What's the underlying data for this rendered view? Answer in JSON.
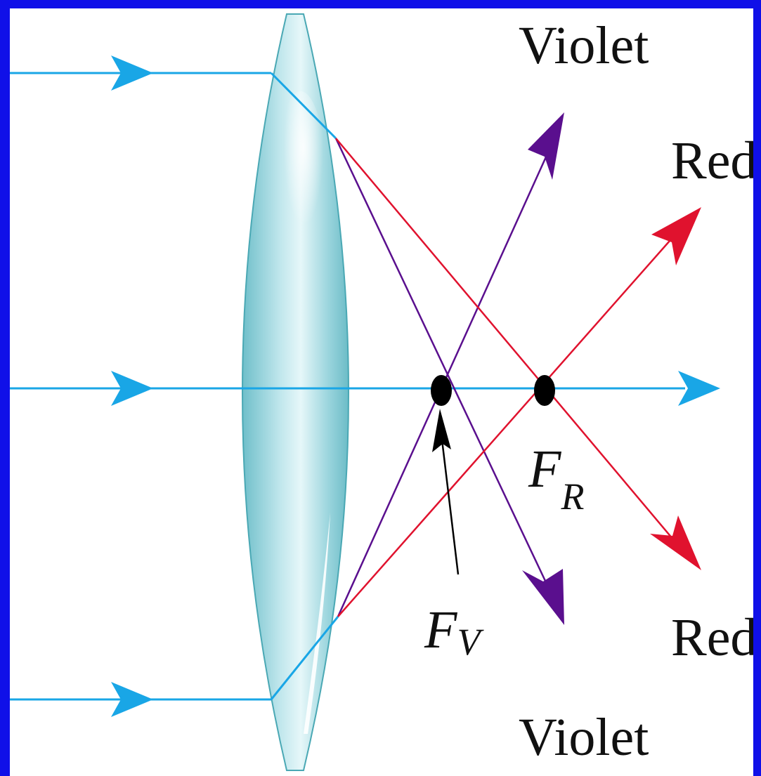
{
  "labels": {
    "violet_top": "Violet",
    "violet_bottom": "Violet",
    "red_top": "Red",
    "red_bottom": "Red",
    "focal_violet": {
      "main": "F",
      "sub": "V"
    },
    "focal_red": {
      "main": "F",
      "sub": "R"
    }
  },
  "colors": {
    "frame": "#1010e8",
    "incident_ray": "#19a6e6",
    "violet_ray": "#5a0f8e",
    "red_ray": "#e0122e",
    "lens_fill": "#8fd0d8",
    "lens_stroke": "#4aa8b4",
    "focal_point": "#000000"
  }
}
